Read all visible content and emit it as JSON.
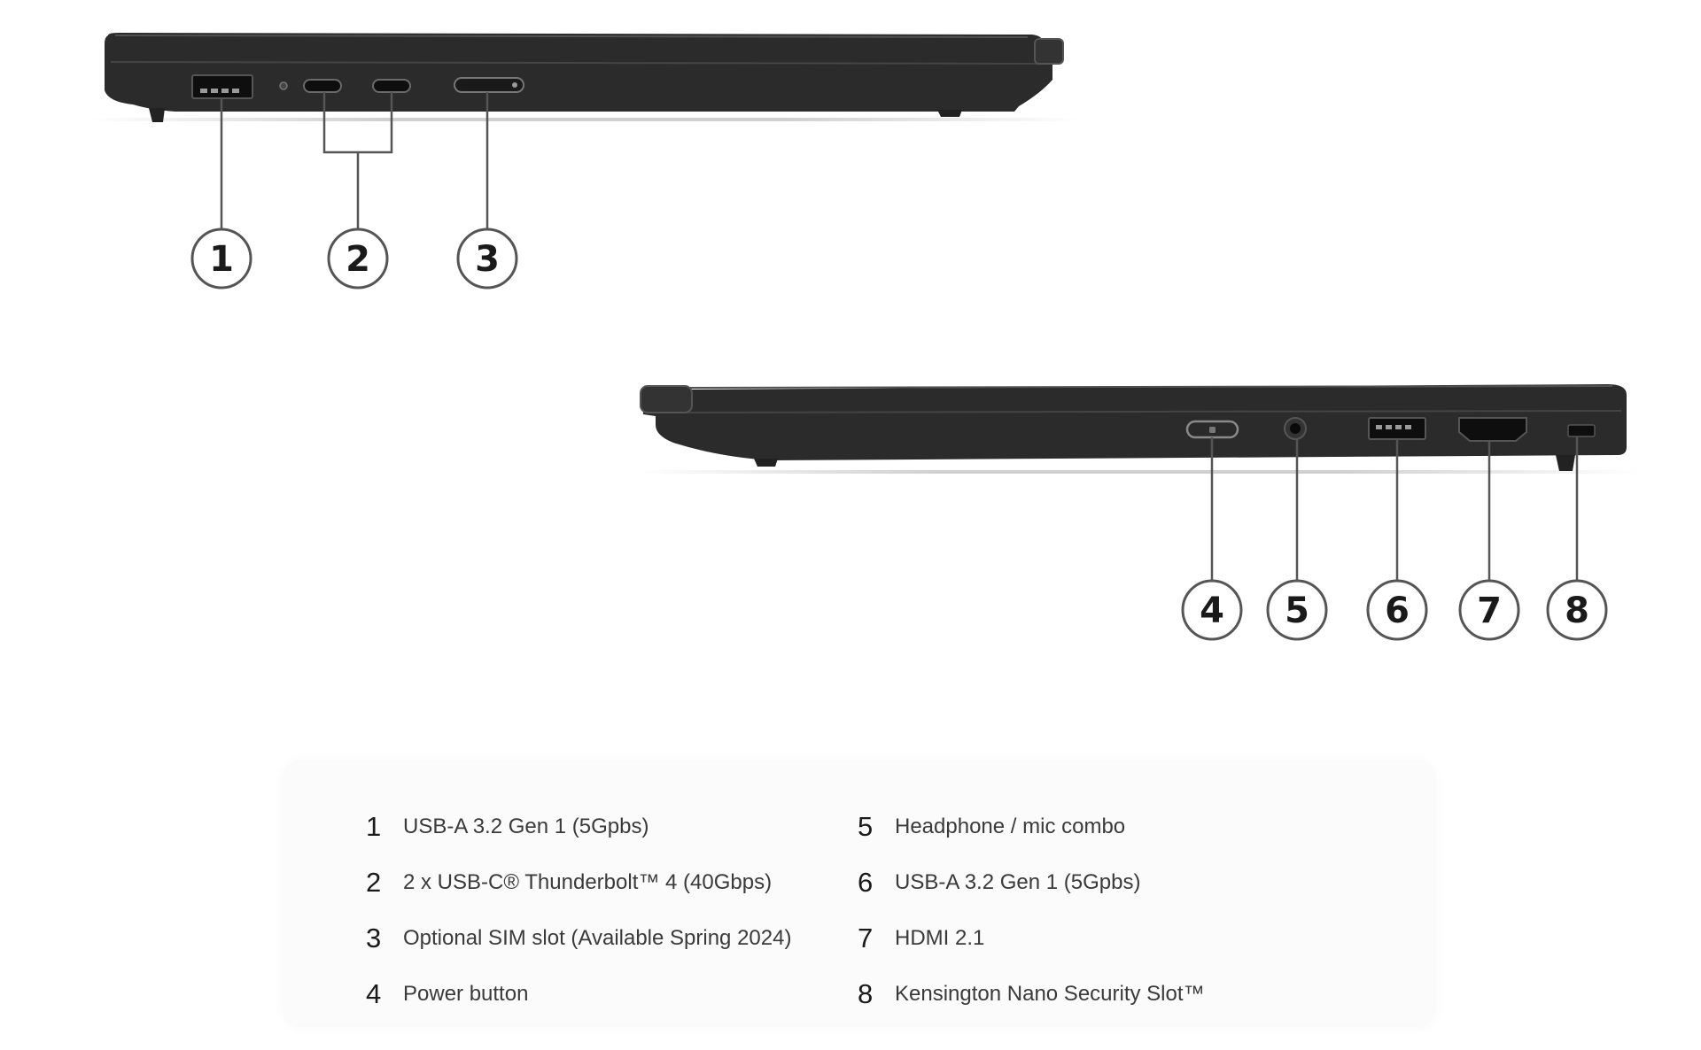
{
  "callouts": {
    "left_side": [
      {
        "num": "1"
      },
      {
        "num": "2"
      },
      {
        "num": "3"
      }
    ],
    "right_side": [
      {
        "num": "4"
      },
      {
        "num": "5"
      },
      {
        "num": "6"
      },
      {
        "num": "7"
      },
      {
        "num": "8"
      }
    ]
  },
  "legend": {
    "left_column": [
      {
        "num": "1",
        "label": "USB-A 3.2 Gen 1 (5Gpbs)"
      },
      {
        "num": "2",
        "label": "2 x USB-C® Thunderbolt™ 4 (40Gbps)"
      },
      {
        "num": "3",
        "label": "Optional SIM slot (Available Spring 2024)"
      },
      {
        "num": "4",
        "label": "Power button"
      }
    ],
    "right_column": [
      {
        "num": "5",
        "label": "Headphone / mic combo"
      },
      {
        "num": "6",
        "label": "USB-A 3.2 Gen 1 (5Gpbs)"
      },
      {
        "num": "7",
        "label": "HDMI 2.1"
      },
      {
        "num": "8",
        "label": "Kensington Nano Security Slot™"
      }
    ]
  },
  "colors": {
    "chassis": "#2b2b2b",
    "chassis_edge": "#454545",
    "port": "#0e0e0e",
    "leader": "#555555"
  }
}
